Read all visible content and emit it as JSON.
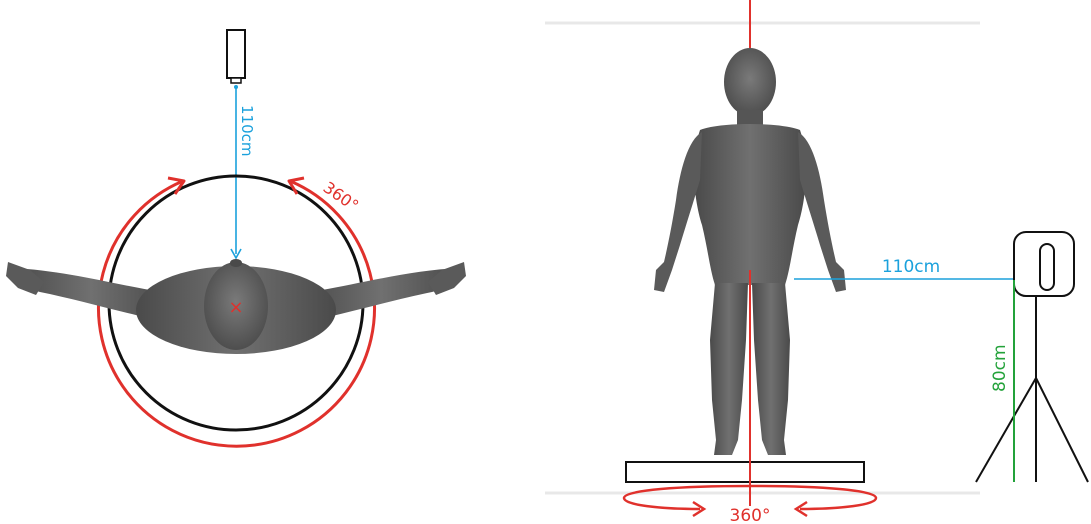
{
  "top_view": {
    "camera_distance_label": "110cm",
    "rotation_label": "360°",
    "center_marker": "×",
    "icons": {
      "camera": "camera-icon",
      "rotation": "rotation-arrow-icon",
      "center": "center-marker-icon"
    }
  },
  "side_view": {
    "camera_distance_label": "110cm",
    "camera_height_label": "80cm",
    "rotation_label": "360°",
    "icons": {
      "camera": "camera-icon",
      "tripod": "tripod-icon",
      "turntable": "turntable-icon",
      "rotation": "rotation-arrow-icon"
    }
  },
  "colors": {
    "blue": "#1ba1dc",
    "red": "#e0312c",
    "green": "#23a23a",
    "body": "#5d5d5d",
    "black": "#111111"
  }
}
